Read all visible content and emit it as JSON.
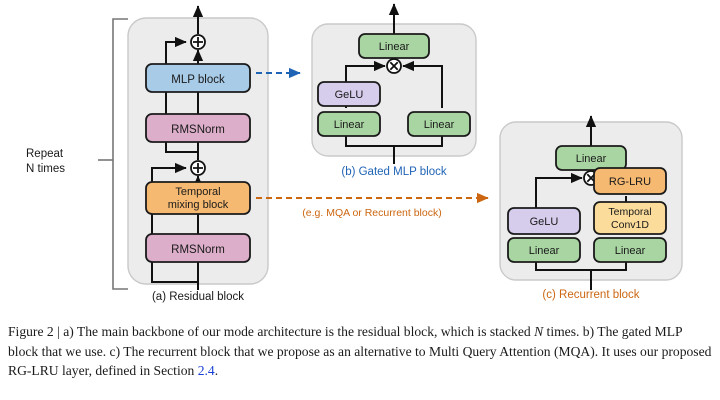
{
  "figure": {
    "caption_prefix": "Figure 2 | ",
    "caption_part1": "a) The main backbone of our mode architecture is the residual block, which is stacked ",
    "caption_italic_n": "N",
    "caption_part2": " times. b) The gated MLP block that we use. c) The recurrent block that we propose as an alternative to Multi Query Attention (MQA). It uses our proposed RG-LRU layer, defined in Section ",
    "caption_link": "2.4",
    "caption_end": "."
  },
  "colors": {
    "panel_fill": "#ececec",
    "panel_stroke": "#c9c9c9",
    "blue_box": "#a8cbe8",
    "pink_box": "#dcaeca",
    "green_box": "#a8d5a2",
    "purple_box": "#d6cdec",
    "orange_box": "#f5b971",
    "yellow_box": "#fbdc9b",
    "box_stroke": "#1a1a1a",
    "wire": "#111111",
    "blue_accent": "#1f63b5",
    "orange_accent": "#cc6611",
    "bracket": "#777777",
    "link_blue": "#1a3fd4"
  },
  "panel_a": {
    "label": "(a) Residual block",
    "repeat_label_line1": "Repeat",
    "repeat_label_line2": "N times",
    "blocks": [
      {
        "id": "mlp-block",
        "label": "MLP block",
        "color": "blue_box"
      },
      {
        "id": "rmsnorm-top",
        "label": "RMSNorm",
        "color": "pink_box"
      },
      {
        "id": "temporal-mixing-block",
        "label": "Temporal mixing block",
        "label_line1": "Temporal",
        "label_line2": "mixing block",
        "color": "orange_box"
      },
      {
        "id": "rmsnorm-bottom",
        "label": "RMSNorm",
        "color": "pink_box"
      }
    ],
    "operators": [
      "plus",
      "plus"
    ]
  },
  "panel_b": {
    "label": "(b) Gated MLP block",
    "blocks": [
      {
        "id": "linear-out",
        "label": "Linear",
        "color": "green_box"
      },
      {
        "id": "gelu",
        "label": "GeLU",
        "color": "purple_box"
      },
      {
        "id": "linear-left",
        "label": "Linear",
        "color": "green_box"
      },
      {
        "id": "linear-right",
        "label": "Linear",
        "color": "green_box"
      }
    ],
    "operators": [
      "multiply"
    ]
  },
  "panel_c": {
    "label": "(c) Recurrent block",
    "blocks": [
      {
        "id": "linear-out",
        "label": "Linear",
        "color": "green_box"
      },
      {
        "id": "rg-lru",
        "label": "RG-LRU",
        "color": "orange_box"
      },
      {
        "id": "temporal-conv1d",
        "label": "Temporal Conv1D",
        "label_line1": "Temporal",
        "label_line2": "Conv1D",
        "color": "yellow_box"
      },
      {
        "id": "gelu",
        "label": "GeLU",
        "color": "purple_box"
      },
      {
        "id": "linear-left",
        "label": "Linear",
        "color": "green_box"
      },
      {
        "id": "linear-right",
        "label": "Linear",
        "color": "green_box"
      }
    ],
    "operators": [
      "multiply"
    ]
  },
  "connectors": {
    "a_to_b_note": "",
    "a_to_c_note": "(e.g. MQA or Recurrent block)"
  }
}
